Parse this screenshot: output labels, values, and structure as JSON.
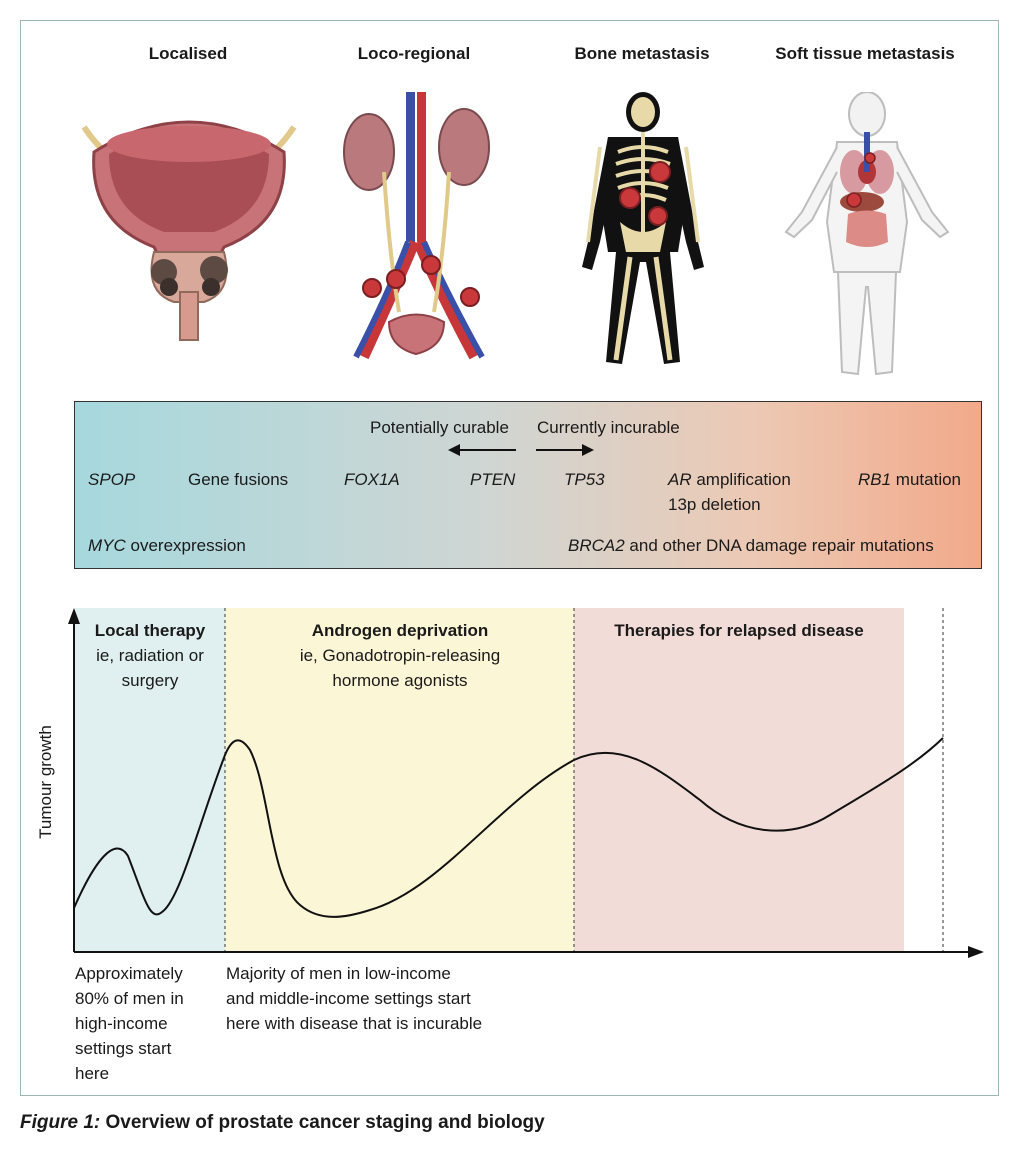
{
  "stages": {
    "localised": "Localised",
    "locoregional": "Loco-regional",
    "bone": "Bone metastasis",
    "soft": "Soft tissue metastasis"
  },
  "biology": {
    "curable": "Potentially curable",
    "incurable": "Currently incurable",
    "spop": "SPOP",
    "gene_fusions": "Gene fusions",
    "fox1a": "FOX1A",
    "pten": "PTEN",
    "tp53": "TP53",
    "ar": "AR",
    "ar_rest": " amplification",
    "del13p": "13p deletion",
    "rb1": "RB1",
    "rb1_rest": " mutation",
    "myc": "MYC",
    "myc_rest": " overexpression",
    "brca2": "BRCA2",
    "brca2_rest": " and other DNA damage repair mutations"
  },
  "therapy": {
    "local_title": "Local therapy",
    "local_l1": "ie, radiation or",
    "local_l2": "surgery",
    "adt_title": "Androgen deprivation",
    "adt_l1": "ie, Gonadotropin-releasing",
    "adt_l2": "hormone agonists",
    "relapsed_title": "Therapies for relapsed disease"
  },
  "axis": {
    "ylabel": "Tumour growth"
  },
  "notes": {
    "high_income": [
      "Approximately",
      "80% of men in",
      "high-income",
      "settings start",
      "here"
    ],
    "low_income": [
      "Majority of men in low-income",
      "and middle-income settings start",
      "here with disease that is incurable"
    ]
  },
  "caption": {
    "label": "Figure 1:",
    "text": " Overview of prostate cancer staging and biology"
  },
  "colors": {
    "local": "#e0eff0",
    "adt": "#fbf6d6",
    "relapsed": "#f2dcd8",
    "tumour": "#c9393c",
    "bladder": "#b5565c"
  }
}
